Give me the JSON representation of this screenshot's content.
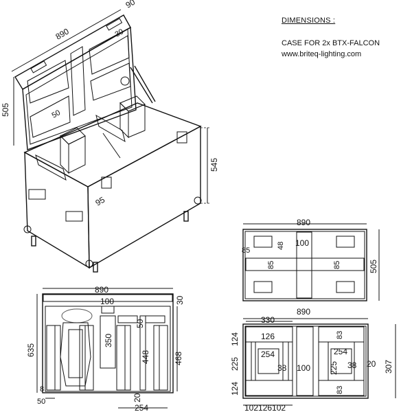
{
  "info": {
    "heading": "DIMENSIONS :",
    "case_for": "CASE FOR 2x BTX-FALCON",
    "website": "www.briteq-lighting.com"
  },
  "iso": {
    "d890": "890",
    "d90": "90",
    "d30": "30",
    "d505": "505",
    "d50": "50",
    "d545": "545",
    "d95": "95"
  },
  "top": {
    "width": "890",
    "height": "505",
    "d48": "48",
    "d100": "100",
    "d85a": "85",
    "d85b": "85",
    "d85c": "85"
  },
  "side": {
    "width": "890",
    "d100": "100",
    "d30": "30",
    "d635": "635",
    "d350": "350",
    "d50": "50",
    "d448": "448",
    "d468": "468",
    "d8": "8",
    "d50b": "50",
    "d20": "20",
    "d254": "254"
  },
  "plan": {
    "width": "890",
    "d330": "330",
    "d124a": "124",
    "d126": "126",
    "d254a": "254",
    "d225a": "225",
    "d38a": "38",
    "d100": "100",
    "d124b": "124",
    "d83a": "83",
    "d254b": "254",
    "d225b": "225",
    "d38b": "38",
    "d83b": "83",
    "d20": "20",
    "d307": "307",
    "bottom": "102126102"
  },
  "colors": {
    "line": "#111111",
    "hatch": "#555555",
    "foam_pink": "#e9b8e8",
    "foam_cyan": "#7fd8ea"
  }
}
